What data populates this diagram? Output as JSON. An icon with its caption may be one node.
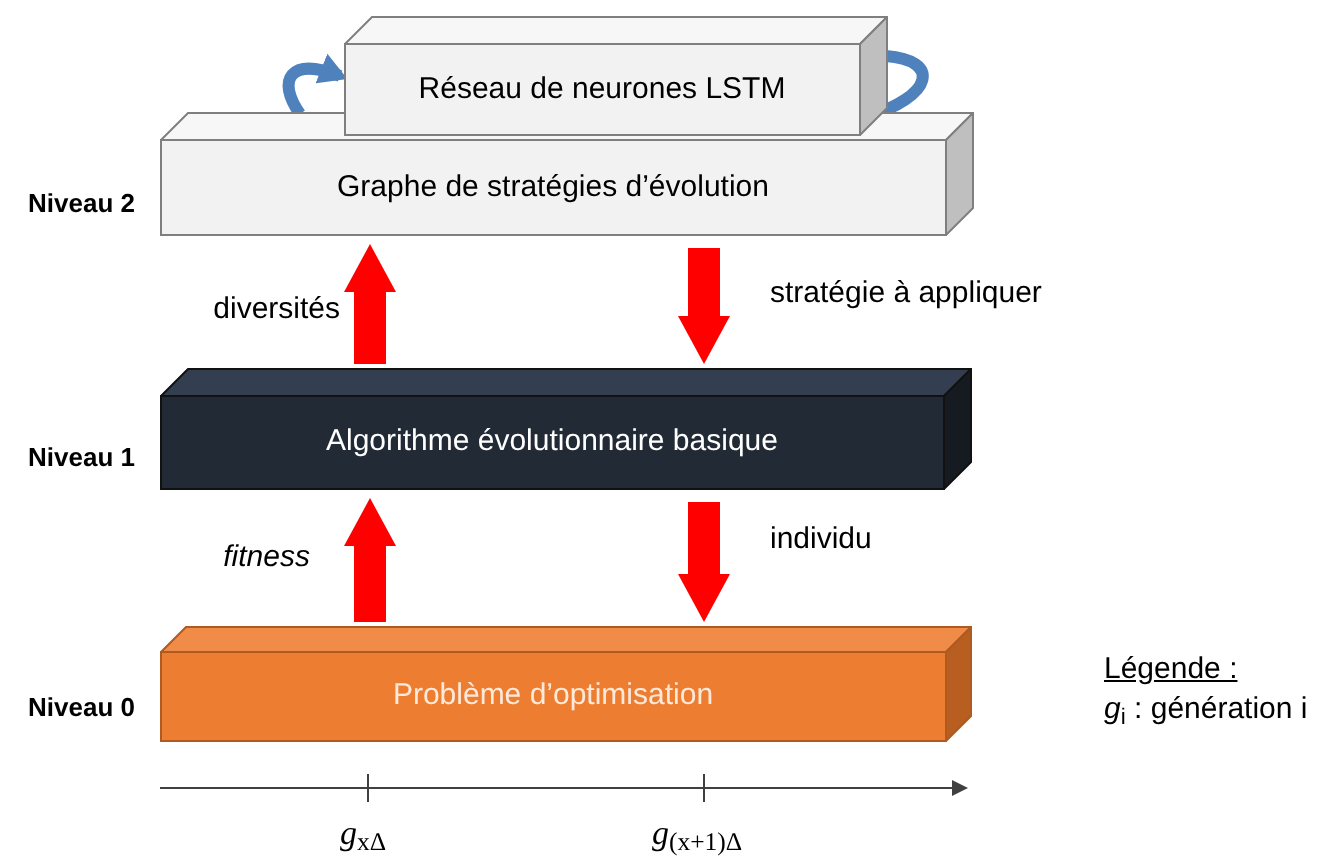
{
  "diagram": {
    "nodes": [
      {
        "text": [
          "Réseau de neurones LSTM"
        ]
      },
      {
        "text": [
          "Graphe de stratégies d’évolution"
        ]
      },
      {
        "text": [
          "Algorithme évolutionnaire basique"
        ]
      },
      {
        "text": [
          "Problème d’optimisation"
        ]
      }
    ],
    "edges": [
      {
        "from": 1,
        "to": 0,
        "arrow": "to",
        "color": "#4f81bd"
      },
      {
        "from": 0,
        "to": 1,
        "arrow": "to",
        "color": "#4f81bd"
      },
      {
        "from": 2,
        "to": 1,
        "arrow": "to",
        "label": "diversités"
      },
      {
        "from": 1,
        "to": 2,
        "arrow": "to",
        "label": "stratégie à appliquer"
      },
      {
        "from": 3,
        "to": 2,
        "arrow": "to",
        "label": "fitness"
      },
      {
        "from": 2,
        "to": 3,
        "arrow": "to",
        "label": "individu"
      }
    ],
    "labels": [
      "Niveau 2",
      "Niveau 1",
      "Niveau 0",
      "Légende :",
      "*g*$_{i}$ : génération i",
      "*g*$_{xΔ}$",
      "*g*$_{(x+1)Δ}$"
    ]
  }
}
